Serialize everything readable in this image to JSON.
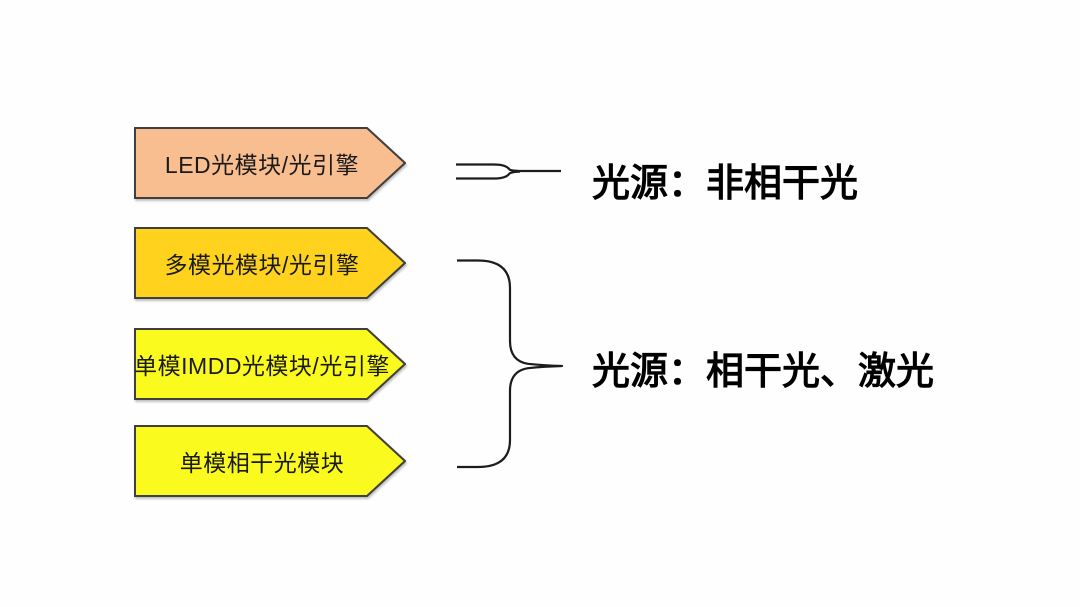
{
  "colors": {
    "canvas-bg": "#fefefe",
    "box-border": "#3f3f3f",
    "box-text": "#1a1a1a",
    "annotation-text": "#000000",
    "connector": "#1c1c1c"
  },
  "diagram": {
    "boxes": [
      {
        "label": "LED光模块/光引擎",
        "fill": "#F9BE8F"
      },
      {
        "label": "多模光模块/光引擎",
        "fill": "#FFD21E"
      },
      {
        "label": "单模IMDD光模块/光引擎",
        "fill": "#FAFA1E"
      },
      {
        "label": "单模相干光模块",
        "fill": "#FAFA1E"
      }
    ],
    "annotations": [
      {
        "text": "光源：非相干光"
      },
      {
        "text": "光源：相干光、激光"
      }
    ]
  }
}
